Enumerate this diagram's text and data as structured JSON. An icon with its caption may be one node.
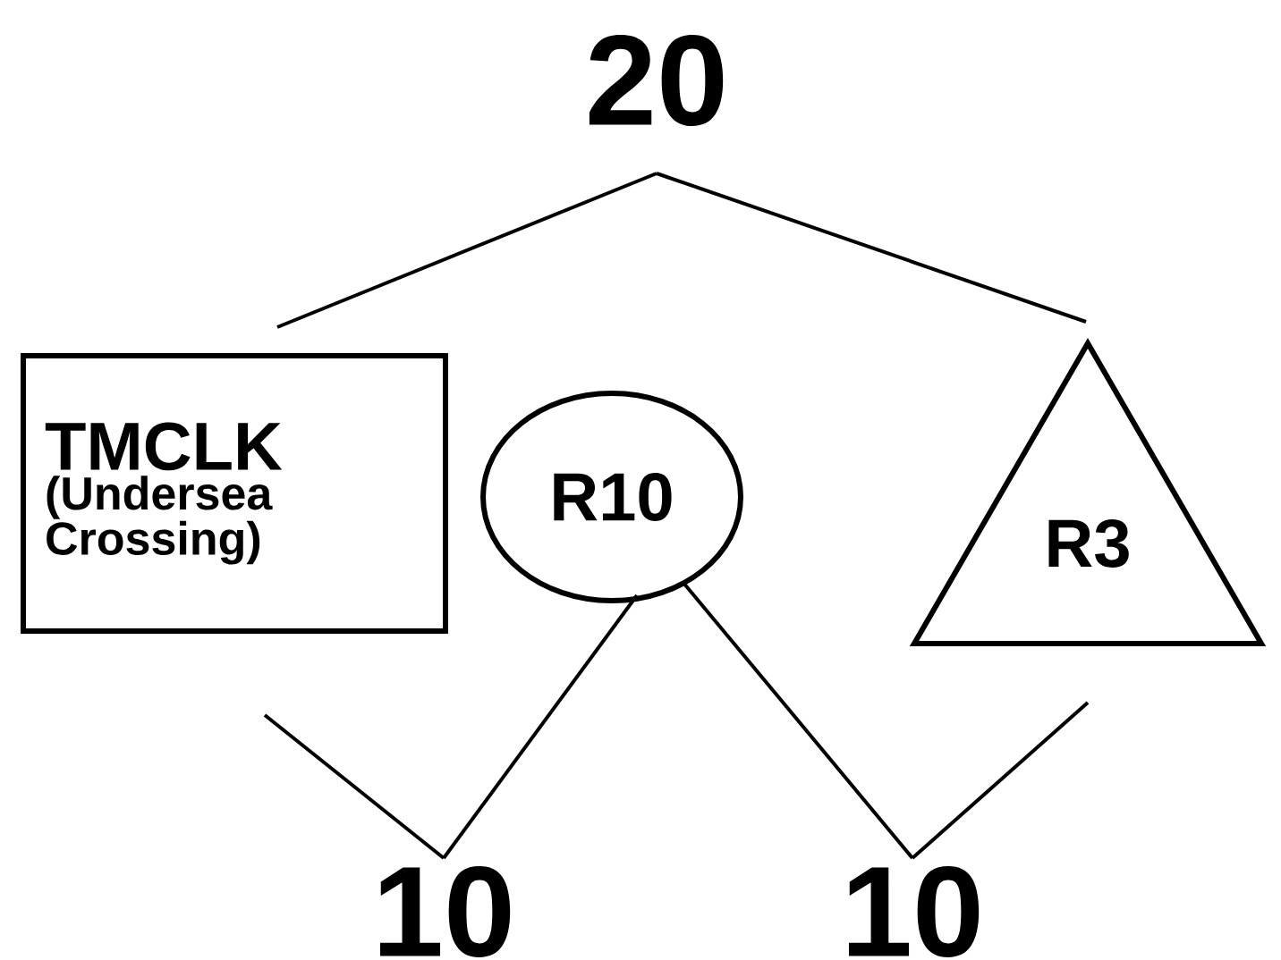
{
  "diagram": {
    "nodes": [
      {
        "text": [
          "20"
        ]
      },
      {
        "text": [
          "TMCLK",
          "(Undersea Crossing)"
        ]
      },
      {
        "text": [
          "R10"
        ]
      },
      {
        "text": [
          "R3"
        ]
      },
      {
        "text": [
          "10"
        ]
      },
      {
        "text": [
          "10"
        ]
      }
    ],
    "edges": [
      {
        "from": 0,
        "to": 1,
        "arrow": "none"
      },
      {
        "from": 0,
        "to": 3,
        "arrow": "none"
      },
      {
        "from": 4,
        "to": 1,
        "arrow": "none"
      },
      {
        "from": 4,
        "to": 2,
        "arrow": "none"
      },
      {
        "from": 5,
        "to": 2,
        "arrow": "none"
      },
      {
        "from": 5,
        "to": 3,
        "arrow": "none"
      }
    ]
  }
}
